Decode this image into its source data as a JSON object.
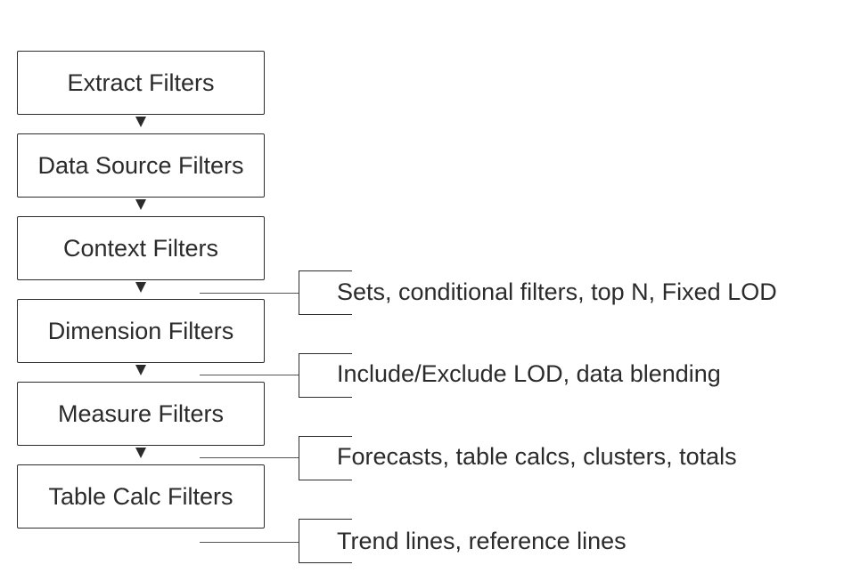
{
  "stages": [
    "Extract Filters",
    "Data Source Filters",
    "Context Filters",
    "Dimension Filters",
    "Measure Filters",
    "Table Calc Filters"
  ],
  "notes": [
    "Sets, conditional filters, top N, Fixed LOD",
    "Include/Exclude LOD, data blending",
    "Forecasts, table calcs, clusters, totals",
    "Trend lines, reference lines"
  ]
}
